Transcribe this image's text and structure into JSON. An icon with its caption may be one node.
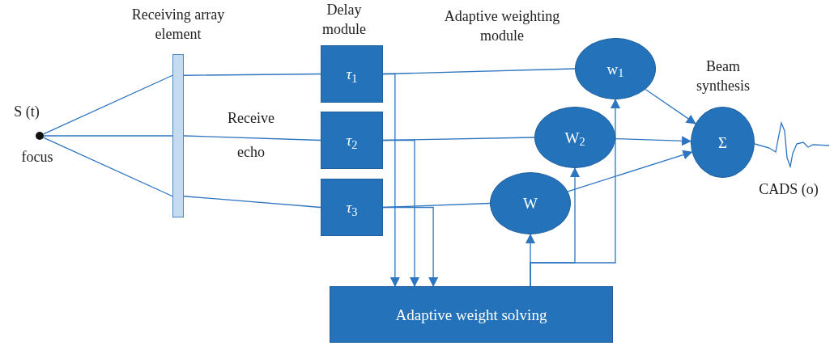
{
  "diagram": {
    "nodes": [
      {
        "text": [],
        "shape": "circle",
        "beside": [
          "S (t)",
          "focus"
        ]
      },
      {
        "text": [],
        "shape": "bar",
        "beside": [
          "Receiving array element"
        ]
      },
      {
        "text": [
          "*τ*$_{1}$"
        ]
      },
      {
        "text": [
          "*τ*$_{2}$"
        ]
      },
      {
        "text": [
          "*τ*$_{3}$"
        ]
      },
      {
        "text": [
          "w$_{1}$"
        ]
      },
      {
        "text": [
          "W$_{2}$"
        ]
      },
      {
        "text": [
          "W"
        ]
      },
      {
        "text": [
          "Σ"
        ],
        "beside": [
          "Beam synthesis"
        ]
      },
      {
        "text": [
          "Adaptive weight solving"
        ]
      }
    ],
    "edges": [
      {
        "from": 0,
        "to": 1,
        "arrow": "none"
      },
      {
        "from": 0,
        "to": 1,
        "arrow": "none"
      },
      {
        "from": 0,
        "to": 1,
        "arrow": "none"
      },
      {
        "from": 1,
        "to": 2,
        "arrow": "none"
      },
      {
        "from": 1,
        "to": 3,
        "arrow": "none"
      },
      {
        "from": 1,
        "to": 4,
        "arrow": "none"
      },
      {
        "from": 2,
        "to": 5,
        "arrow": "none"
      },
      {
        "from": 3,
        "to": 6,
        "arrow": "none"
      },
      {
        "from": 4,
        "to": 7,
        "arrow": "none"
      },
      {
        "from": 2,
        "to": 9,
        "arrow": "to"
      },
      {
        "from": 3,
        "to": 9,
        "arrow": "to"
      },
      {
        "from": 4,
        "to": 9,
        "arrow": "to"
      },
      {
        "from": 9,
        "to": 7,
        "arrow": "to"
      },
      {
        "from": 9,
        "to": 6,
        "arrow": "to"
      },
      {
        "from": 9,
        "to": 5,
        "arrow": "to"
      },
      {
        "from": 5,
        "to": 8,
        "arrow": "to"
      },
      {
        "from": 6,
        "to": 8,
        "arrow": "to"
      },
      {
        "from": 7,
        "to": 8,
        "arrow": "to"
      }
    ],
    "labels": [
      "Delay module",
      "Adaptive weighting module",
      "Receive",
      "echo",
      "CADS (o)"
    ]
  }
}
